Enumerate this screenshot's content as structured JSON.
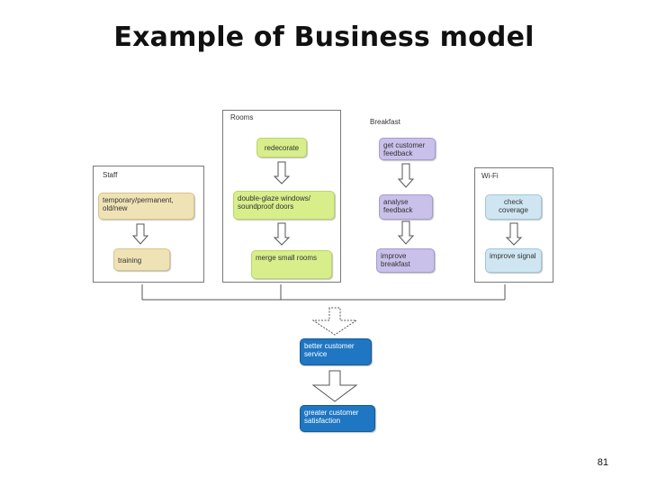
{
  "title": "Example of Business model",
  "page_number": "81",
  "panels": {
    "rooms": "Rooms",
    "breakfast": "Breakfast",
    "staff": "Staff",
    "wifi": "Wi-Fi"
  },
  "nodes": {
    "redecorate": "redecorate",
    "double_glaze": "double-glaze windows/ soundproof doors",
    "merge_rooms": "merge small rooms",
    "get_feedback": "get customer feedback",
    "analyse_feedback": "analyse feedback",
    "improve_breakfast": "improve breakfast",
    "staff_type": "temporary/permanent, old/new",
    "training": "training",
    "check_coverage": "check coverage",
    "improve_signal": "improve signal",
    "better_service": "better customer service",
    "satisfaction": "greater customer satisfaction"
  },
  "colors": {
    "green": "#d7ee8b",
    "purple": "#c9c1ea",
    "tan": "#efe3b5",
    "light_blue": "#cfe6f2",
    "blue": "#1f76c2"
  }
}
